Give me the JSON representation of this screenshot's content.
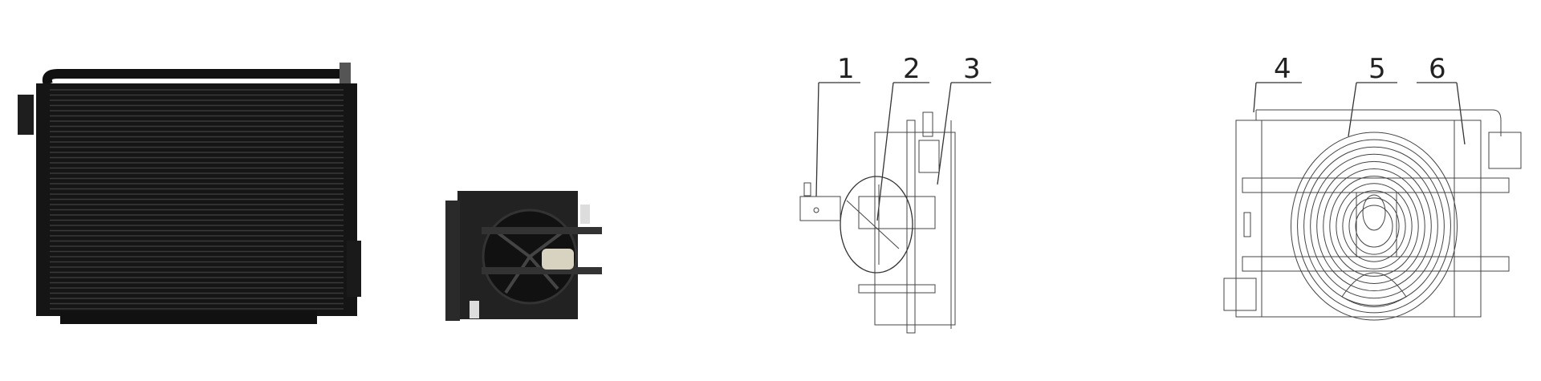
{
  "figure": {
    "photos": [
      {
        "subject": "air-oil-radiator-core"
      },
      {
        "subject": "fan-cooler-assembly"
      }
    ],
    "callouts": [
      "1",
      "2",
      "3",
      "4",
      "5",
      "6"
    ],
    "colors": {
      "product": "#1a1a1a",
      "drawing": "#333333",
      "background": "#ffffff"
    }
  }
}
